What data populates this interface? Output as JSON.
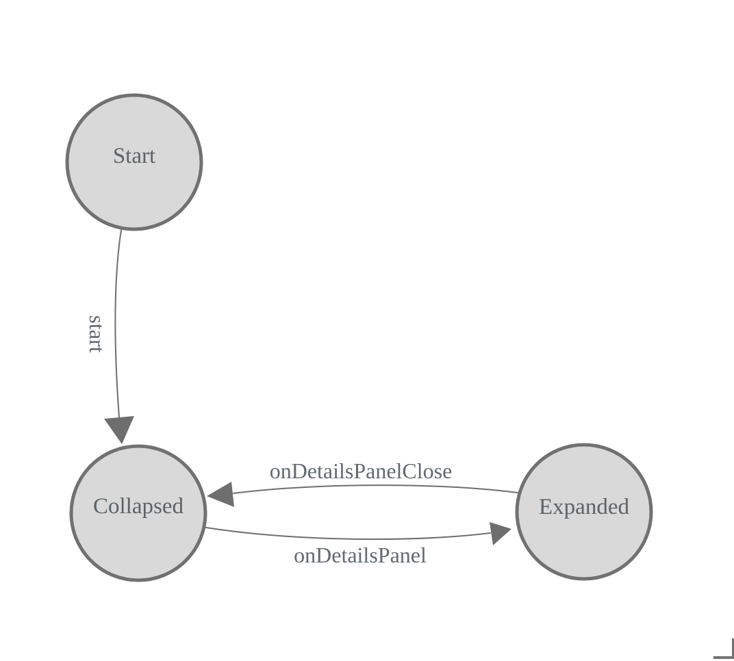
{
  "diagram": {
    "type": "state-machine",
    "nodes": [
      {
        "id": "start",
        "label": "Start"
      },
      {
        "id": "collapsed",
        "label": "Collapsed"
      },
      {
        "id": "expanded",
        "label": "Expanded"
      }
    ],
    "edges": [
      {
        "from": "start",
        "to": "collapsed",
        "label": "start"
      },
      {
        "from": "expanded",
        "to": "collapsed",
        "label": "onDetailsPanelClose"
      },
      {
        "from": "collapsed",
        "to": "expanded",
        "label": "onDetailsPanel"
      }
    ],
    "colors": {
      "background": "#ffffff",
      "node_fill": "#d9d9d9",
      "node_stroke": "#717171",
      "edge_stroke": "#6e6e6e",
      "arrow_fill": "#6e6e6e",
      "node_text": "#5d6266",
      "edge_text": "#63696f",
      "corner_mark": "#737373"
    }
  }
}
